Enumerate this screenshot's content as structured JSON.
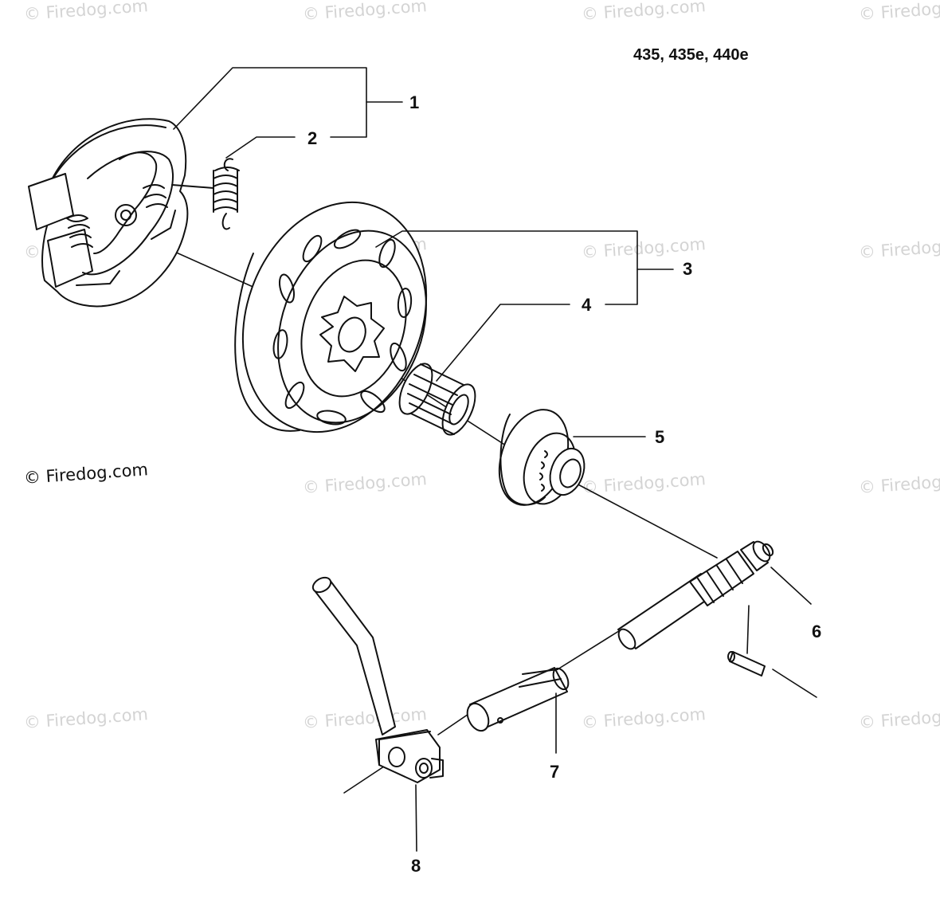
{
  "header": {
    "model_title": "435, 435e, 440e"
  },
  "copyright": "© Firedog.com",
  "watermark_text": "© Firedog.com",
  "callouts": [
    {
      "number": "1",
      "part": "clutch-assembly"
    },
    {
      "number": "2",
      "part": "clutch-spring"
    },
    {
      "number": "3",
      "part": "clutch-drum-assembly"
    },
    {
      "number": "4",
      "part": "needle-bearing"
    },
    {
      "number": "5",
      "part": "oil-pump-drive-gear"
    },
    {
      "number": "6",
      "part": "drive-shaft"
    },
    {
      "number": "7",
      "part": "shaft-sleeve"
    },
    {
      "number": "8",
      "part": "lever"
    }
  ],
  "colors": {
    "line": "#111111",
    "watermark": "#d4d4d4",
    "background": "#ffffff"
  }
}
